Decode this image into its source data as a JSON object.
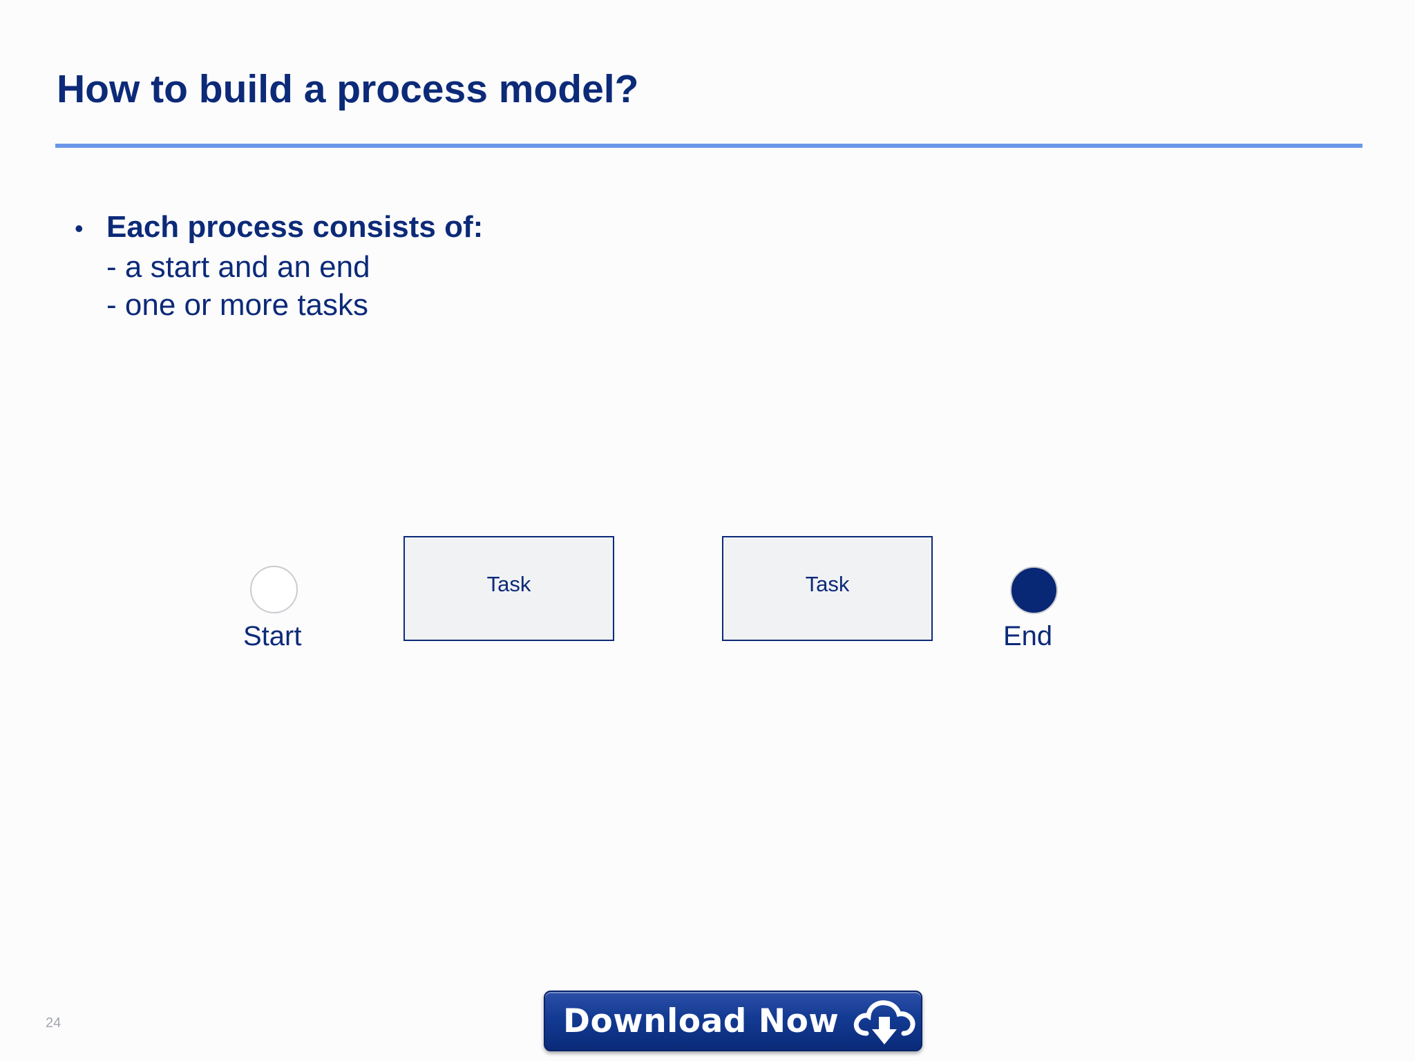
{
  "slide": {
    "title": "How to build a process model?",
    "page_number": "24"
  },
  "bullets": {
    "heading": "Each process consists of:",
    "bullet_glyph": "•",
    "items": [
      "- a start and an end",
      "- one or more tasks"
    ]
  },
  "diagram": {
    "start_label": "Start",
    "end_label": "End",
    "tasks": [
      "Task",
      "Task"
    ]
  },
  "download": {
    "label": "Download Now",
    "icon": "cloud-download-icon"
  },
  "colors": {
    "title": "#0c2a78",
    "rule": "#6b97ea",
    "end_event": "#082774",
    "task_fill": "#f1f2f4"
  }
}
